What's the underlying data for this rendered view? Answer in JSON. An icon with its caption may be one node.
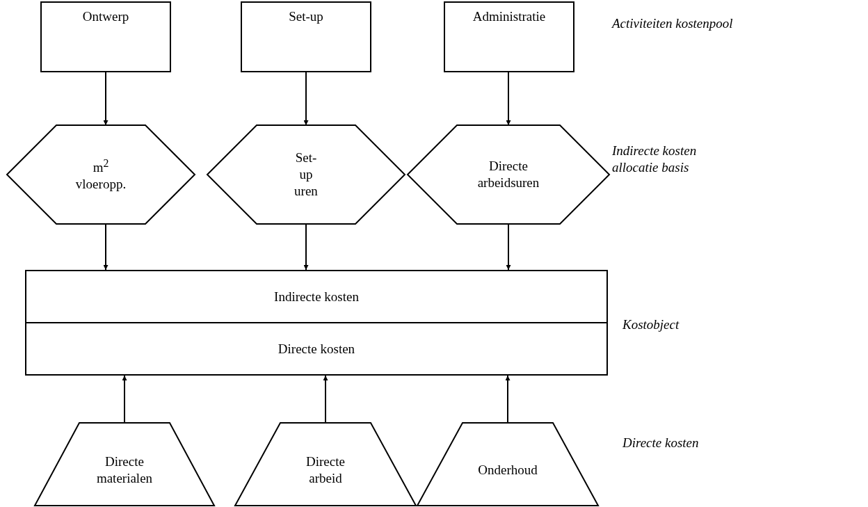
{
  "diagram": {
    "nodes": [
      {
        "text": [
          "Ontwerp"
        ]
      },
      {
        "text": [
          "Set-up"
        ]
      },
      {
        "text": [
          "Administratie"
        ]
      },
      {
        "text": [
          "m$^{2}$ vloeropp."
        ]
      },
      {
        "text": [
          "Set-up uren"
        ]
      },
      {
        "text": [
          "Directe arbeidsuren"
        ]
      },
      {
        "text": [
          "Indirecte kosten"
        ]
      },
      {
        "text": [
          "Directe kosten"
        ]
      },
      {
        "text": [
          "Directe materialen"
        ]
      },
      {
        "text": [
          "Directe arbeid"
        ]
      },
      {
        "text": [
          "Onderhoud"
        ]
      }
    ],
    "edges": [
      {
        "from": 0,
        "to": 3,
        "arrow": "to"
      },
      {
        "from": 1,
        "to": 4,
        "arrow": "to"
      },
      {
        "from": 2,
        "to": 5,
        "arrow": "to"
      },
      {
        "from": 3,
        "to": 6,
        "arrow": "to"
      },
      {
        "from": 4,
        "to": 6,
        "arrow": "to"
      },
      {
        "from": 5,
        "to": 6,
        "arrow": "to"
      },
      {
        "from": 8,
        "to": 7,
        "arrow": "to"
      },
      {
        "from": 9,
        "to": 7,
        "arrow": "to"
      },
      {
        "from": 10,
        "to": 7,
        "arrow": "to"
      }
    ],
    "labels": [
      "Activiteiten kostenpool",
      "Indirecte kosten allocatie basis",
      "Kostobject",
      "Directe kosten"
    ]
  }
}
